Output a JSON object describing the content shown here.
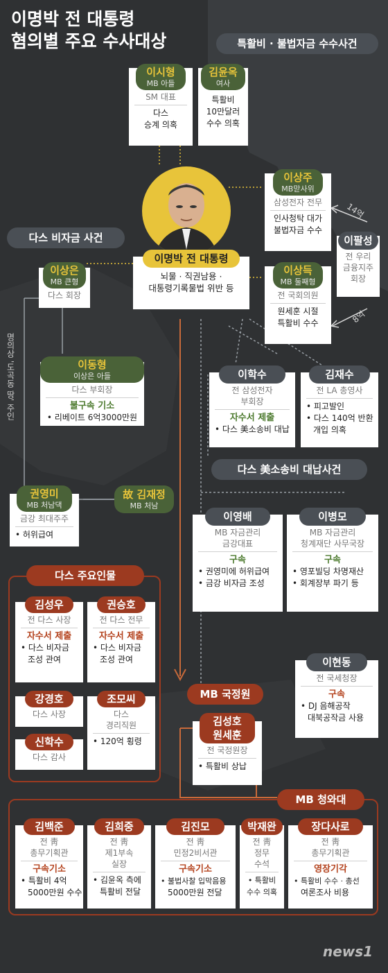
{
  "title": {
    "line1": "이명박 전 대통령",
    "line2": "혐의별 주요 수사대상"
  },
  "sections": {
    "special": "특활비 · 불법자금 수수사건",
    "slush": "다스 비자금 사건",
    "lawsuit": "다스 美소송비 대납사건",
    "das_people": "다스 주요인물",
    "nis": "MB 국정원",
    "bluehouse": "MB 청와대"
  },
  "center": {
    "name": "이명박 전 대통령",
    "charges": "뇌물 · 직권남용 ·",
    "charges2": "대통령기록물법 위반 등"
  },
  "arrows": {
    "a14": "14억",
    "a8": "8억"
  },
  "side_note": "명의상 '도곡동 땅' 주인",
  "people": {
    "leesihyung": {
      "name": "이시형",
      "rel": "MB 아들",
      "title": "SM 대표",
      "l1": "다스",
      "l2": "승계 의혹"
    },
    "kimyunok": {
      "name": "김윤옥",
      "rel": "여사",
      "l1": "특활비",
      "l2": "10만달러",
      "l3": "수수 의혹"
    },
    "leesangju": {
      "name": "이상주",
      "rel": "MB맏사위",
      "title": "삼성전자 전무",
      "l1": "인사청탁 대가",
      "l2": "불법자금 수수"
    },
    "leepalsung": {
      "name": "이팔성",
      "l1": "전 우리",
      "l2": "금융지주",
      "l3": "회장"
    },
    "leesangdeuk": {
      "name": "이상득",
      "rel": "MB 둘째형",
      "title": "전 국회의원",
      "l1": "원세훈 시절",
      "l2": "특활비 수수"
    },
    "leesangeun": {
      "name": "이상은",
      "rel": "MB 큰형",
      "title": "다스 회장"
    },
    "leedonghyung": {
      "name": "이동형",
      "rel": "이상은 아들",
      "title": "다스 부회장",
      "status": "불구속 기소",
      "l1": "• 리베이트 6억3000만원"
    },
    "leehaksu": {
      "name": "이학수",
      "title": "전 삼성전자",
      "title2": "부회장",
      "status": "자수서 제출",
      "l1": "• 다스 美소송비 대납"
    },
    "kimjaesu": {
      "name": "김재수",
      "title": "전 LA 총영사",
      "l1": "• 피고발인",
      "l2": "• 다스 140억 반환",
      "l3": "개입 의혹"
    },
    "kwonyoungmi": {
      "name": "권영미",
      "rel": "MB 처남댁",
      "title": "금강 최대주주",
      "l1": "• 허위급여"
    },
    "kimjaejung": {
      "name": "故 김재정",
      "rel": "MB 처남"
    },
    "leeyoungbae": {
      "name": "이영배",
      "title": "MB 자금관리",
      "title2": "금강대표",
      "status": "구속",
      "l1": "• 권영미에 허위급여",
      "l2": "• 금강 비자금 조성"
    },
    "leebyungmo": {
      "name": "이병모",
      "title": "MB 자금관리",
      "title2": "청계재단 사무국장",
      "status": "구속",
      "l1": "• 영포빌딩 차명재산",
      "l2": "• 회계장부 파기 등"
    },
    "kimsungwoo": {
      "name": "김성우",
      "title": "전 다스 사장",
      "status": "자수서 제출",
      "l1": "• 다스 비자금",
      "l2": "조성 관여"
    },
    "kwonseungho": {
      "name": "권승호",
      "title": "전 다스 전무",
      "status": "자수서 제출",
      "l1": "• 다스 비자금",
      "l2": "조성 관여"
    },
    "kangkyungho": {
      "name": "강경호",
      "title": "다스 사장"
    },
    "jomossi": {
      "name": "조모씨",
      "title": "다스",
      "title2": "경리직원",
      "l1": "• 120억 횡령"
    },
    "shinhaksu": {
      "name": "신학수",
      "title": "다스 감사"
    },
    "leehyundong": {
      "name": "이현동",
      "title": "전 국세청장",
      "status": "구속",
      "l1": "• DJ 음해공작",
      "l2": "대북공작금 사용"
    },
    "nischiefs": {
      "name": "김성호",
      "name2": "원세훈",
      "title": "전 국정원장",
      "l1": "• 특활비 상납"
    },
    "kimbaekjun": {
      "name": "김백준",
      "title": "전 靑",
      "title2": "총무기획관",
      "status": "구속기소",
      "l1": "• 특활비 4억",
      "l2": "5000만원 수수"
    },
    "kimheejung": {
      "name": "김희중",
      "title": "전 靑",
      "title2": "제1부속",
      "title3": "실장",
      "l1": "• 김윤옥 측에",
      "l2": "특활비 전달"
    },
    "kimjinmo": {
      "name": "김진모",
      "title": "전 靑",
      "title2": "민정2비서관",
      "status": "구속기소",
      "l1": "• 불법사찰 입막음용",
      "l2": "5000만원 전달"
    },
    "parkjaewan": {
      "name": "박재완",
      "title": "전 靑",
      "title2": "정무",
      "title3": "수석",
      "l1": "• 특활비",
      "l2": "수수 의혹"
    },
    "jangdasaro": {
      "name": "장다사로",
      "title": "전 靑",
      "title2": "총무기획관",
      "status": "영장기각",
      "l1": "• 특활비 수수 · 총선",
      "l2": "여론조사 비용"
    }
  },
  "logo": "news1",
  "colors": {
    "background": "#2f3133",
    "green": "#4a6238",
    "red": "#9c3a20",
    "gray": "#4a4f55",
    "yellow": "#e8c43a"
  }
}
